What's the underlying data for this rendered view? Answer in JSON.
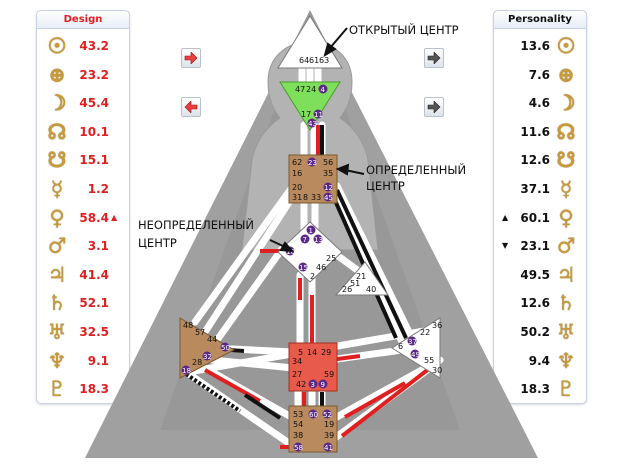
{
  "design": {
    "title": "Design",
    "rows": [
      {
        "icon": "sun-icon",
        "glyph": "☉",
        "value": "43.2",
        "mark": ""
      },
      {
        "icon": "earth-icon",
        "glyph": "⊕",
        "value": "23.2",
        "mark": ""
      },
      {
        "icon": "moon-icon",
        "glyph": "☽",
        "value": "45.4",
        "mark": ""
      },
      {
        "icon": "north-node-icon",
        "glyph": "☊",
        "value": "10.1",
        "mark": ""
      },
      {
        "icon": "south-node-icon",
        "glyph": "☋",
        "value": "15.1",
        "mark": ""
      },
      {
        "icon": "mercury-icon",
        "glyph": "☿",
        "value": "1.2",
        "mark": ""
      },
      {
        "icon": "venus-icon",
        "glyph": "♀",
        "value": "58.4",
        "mark": "▲"
      },
      {
        "icon": "mars-icon",
        "glyph": "♂",
        "value": "3.1",
        "mark": ""
      },
      {
        "icon": "jupiter-icon",
        "glyph": "♃",
        "value": "41.4",
        "mark": ""
      },
      {
        "icon": "saturn-icon",
        "glyph": "♄",
        "value": "52.1",
        "mark": ""
      },
      {
        "icon": "uranus-icon",
        "glyph": "♅",
        "value": "32.5",
        "mark": ""
      },
      {
        "icon": "neptune-icon",
        "glyph": "♆",
        "value": "9.1",
        "mark": ""
      },
      {
        "icon": "pluto-icon",
        "glyph": "♇",
        "value": "18.3",
        "mark": ""
      }
    ]
  },
  "personality": {
    "title": "Personality",
    "rows": [
      {
        "icon": "sun-icon",
        "glyph": "☉",
        "value": "13.6",
        "mark": ""
      },
      {
        "icon": "earth-icon",
        "glyph": "⊕",
        "value": "7.6",
        "mark": ""
      },
      {
        "icon": "moon-icon",
        "glyph": "☽",
        "value": "4.6",
        "mark": ""
      },
      {
        "icon": "north-node-icon",
        "glyph": "☊",
        "value": "11.6",
        "mark": ""
      },
      {
        "icon": "south-node-icon",
        "glyph": "☋",
        "value": "12.6",
        "mark": ""
      },
      {
        "icon": "mercury-icon",
        "glyph": "☿",
        "value": "37.1",
        "mark": ""
      },
      {
        "icon": "venus-icon",
        "glyph": "♀",
        "value": "60.1",
        "mark": "▲"
      },
      {
        "icon": "mars-icon",
        "glyph": "♂",
        "value": "23.1",
        "mark": "▼"
      },
      {
        "icon": "jupiter-icon",
        "glyph": "♃",
        "value": "49.5",
        "mark": ""
      },
      {
        "icon": "saturn-icon",
        "glyph": "♄",
        "value": "12.6",
        "mark": ""
      },
      {
        "icon": "uranus-icon",
        "glyph": "♅",
        "value": "50.2",
        "mark": ""
      },
      {
        "icon": "neptune-icon",
        "glyph": "♆",
        "value": "9.4",
        "mark": ""
      },
      {
        "icon": "pluto-icon",
        "glyph": "♇",
        "value": "18.3",
        "mark": ""
      }
    ]
  },
  "callouts": {
    "open_center": "ОТКРЫТЫЙ ЦЕНТР",
    "defined_center_1": "ОПРЕДЕЛЕННЫЙ",
    "defined_center_2": "ЦЕНТР",
    "undefined_center_1": "НЕОПРЕДЕЛЕННЫЙ",
    "undefined_center_2": "ЦЕНТР"
  },
  "buttons": {
    "prev_design": "arrow-right-icon",
    "next_design": "arrow-left-icon",
    "prev_personality": "arrow-right-icon",
    "next_personality": "arrow-right-icon"
  },
  "colors": {
    "design": "#e02020",
    "personality": "#111111",
    "defined_center": "#b88a5e",
    "ajna_defined": "#7ee05a",
    "sacral_defined": "#e85a4a",
    "planet_glyph": "#c79a3b",
    "gate_badge": "#5b2a86"
  },
  "centers": {
    "head": {
      "gates": [
        "64",
        "61",
        "63"
      ]
    },
    "ajna": {
      "gates": [
        "47",
        "24",
        "4",
        "17",
        "11",
        "43"
      ]
    },
    "throat": {
      "gates": [
        "62",
        "23",
        "56",
        "16",
        "35",
        "20",
        "12",
        "31",
        "8",
        "33",
        "45"
      ]
    },
    "g": {
      "gates": [
        "1",
        "7",
        "13",
        "10",
        "25",
        "15",
        "46",
        "2"
      ]
    },
    "heart": {
      "gates": [
        "21",
        "26",
        "51",
        "40"
      ]
    },
    "spleen": {
      "gates": [
        "48",
        "57",
        "44",
        "50",
        "32",
        "28",
        "18"
      ]
    },
    "sacral": {
      "gates": [
        "5",
        "14",
        "29",
        "34",
        "27",
        "59",
        "42",
        "3",
        "9"
      ]
    },
    "solar_plexus": {
      "gates": [
        "36",
        "22",
        "37",
        "6",
        "49",
        "55",
        "30"
      ]
    },
    "root": {
      "gates": [
        "53",
        "60",
        "52",
        "54",
        "19",
        "38",
        "39",
        "58",
        "41"
      ]
    }
  }
}
